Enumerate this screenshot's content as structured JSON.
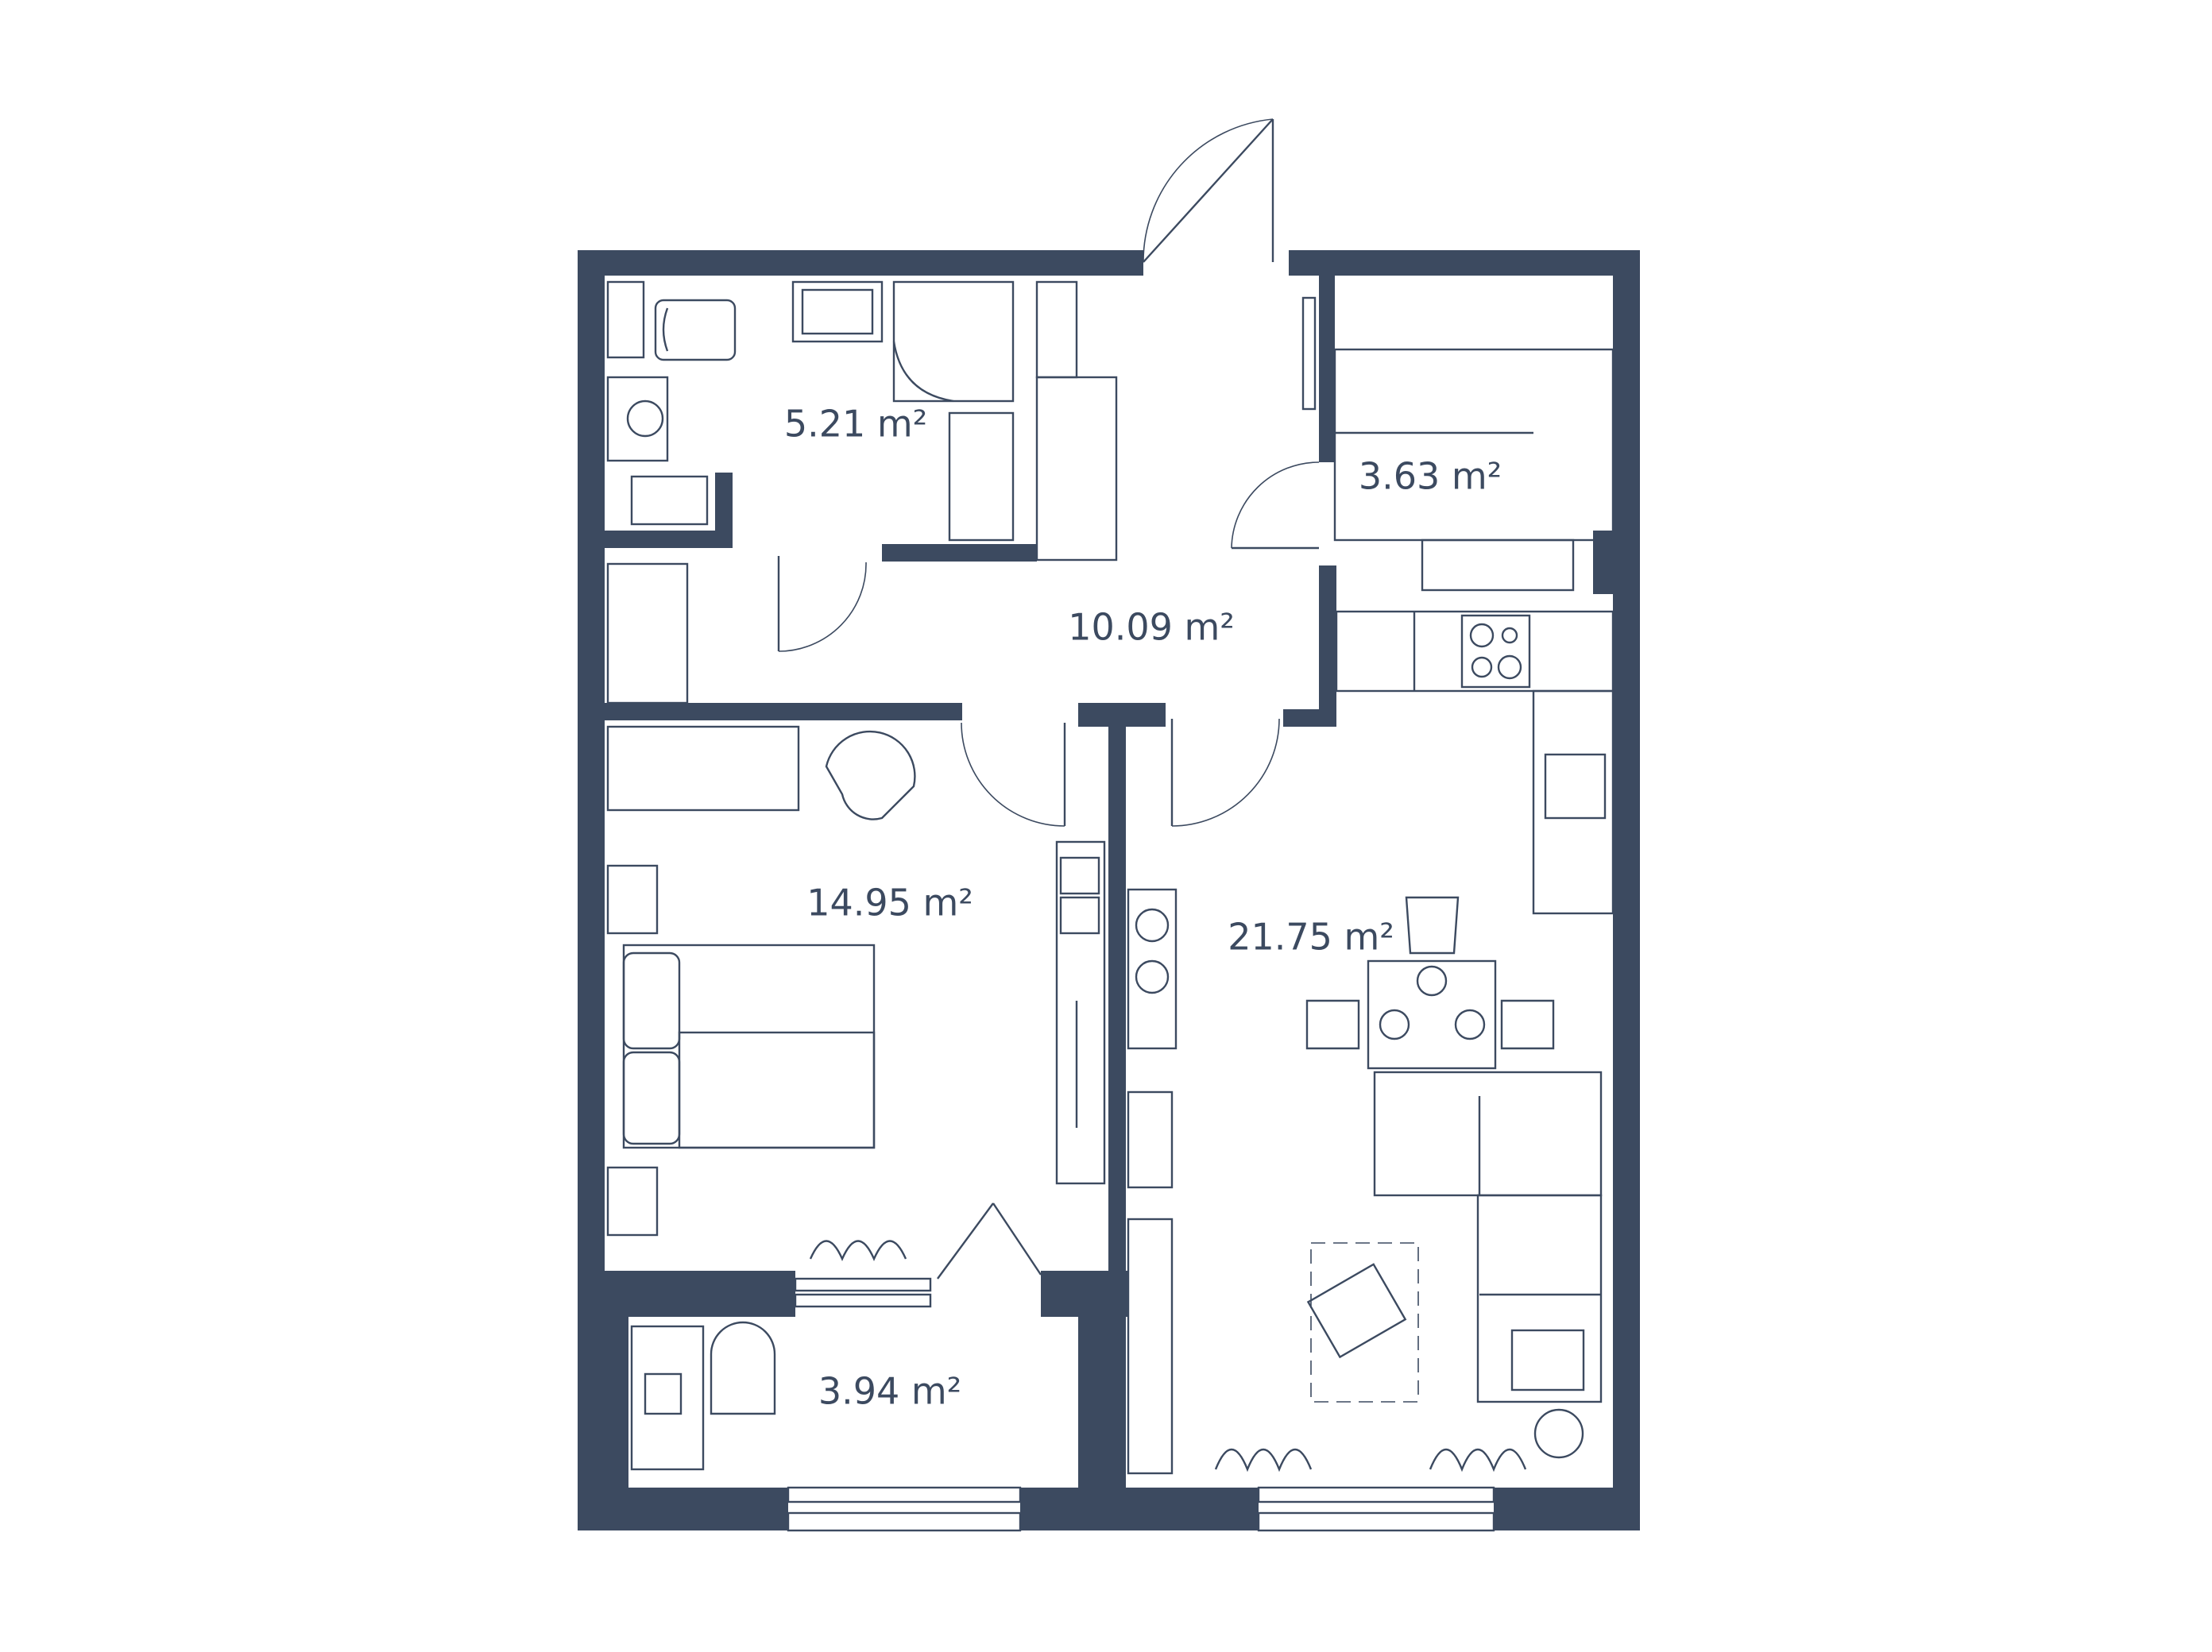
{
  "rooms": {
    "bathroom": {
      "area": "5.21 m²"
    },
    "wardrobe": {
      "area": "3.63 m²"
    },
    "hallway": {
      "area": "10.09 m²"
    },
    "bedroom": {
      "area": "14.95 m²"
    },
    "living_kitchen": {
      "area": "21.75 m²"
    },
    "balcony": {
      "area": "3.94 m²"
    }
  },
  "colors": {
    "wall": "#3c4a60",
    "background": "#ffffff"
  }
}
